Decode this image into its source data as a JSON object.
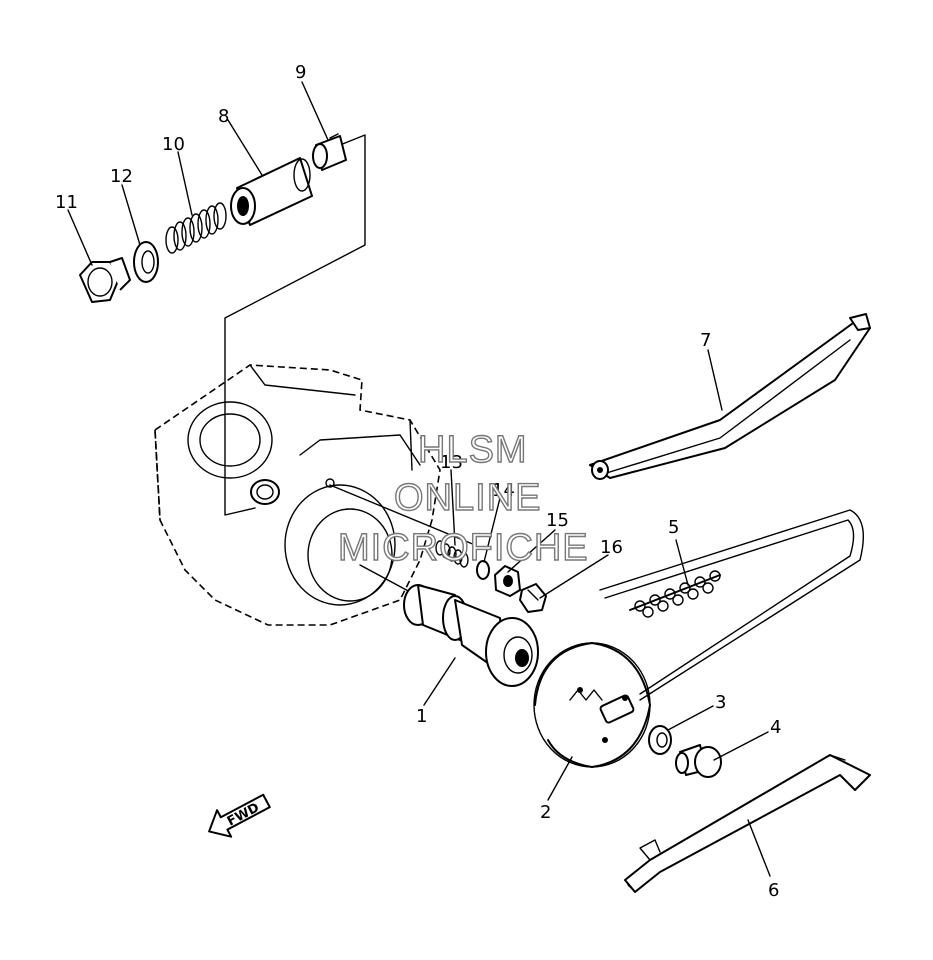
{
  "diagram": {
    "callouts": [
      {
        "id": "1",
        "label": "1"
      },
      {
        "id": "2",
        "label": "2"
      },
      {
        "id": "3",
        "label": "3"
      },
      {
        "id": "4",
        "label": "4"
      },
      {
        "id": "5",
        "label": "5"
      },
      {
        "id": "6",
        "label": "6"
      },
      {
        "id": "7",
        "label": "7"
      },
      {
        "id": "8",
        "label": "8"
      },
      {
        "id": "9",
        "label": "9"
      },
      {
        "id": "10",
        "label": "10"
      },
      {
        "id": "11",
        "label": "11"
      },
      {
        "id": "12",
        "label": "12"
      },
      {
        "id": "13",
        "label": "13"
      },
      {
        "id": "14",
        "label": "14"
      },
      {
        "id": "15",
        "label": "15"
      },
      {
        "id": "16",
        "label": "16"
      }
    ],
    "direction_marker": "FWD"
  },
  "watermark": {
    "line1": "HLSM",
    "line2": "ONLINE",
    "line3": "MICROFICHE"
  }
}
